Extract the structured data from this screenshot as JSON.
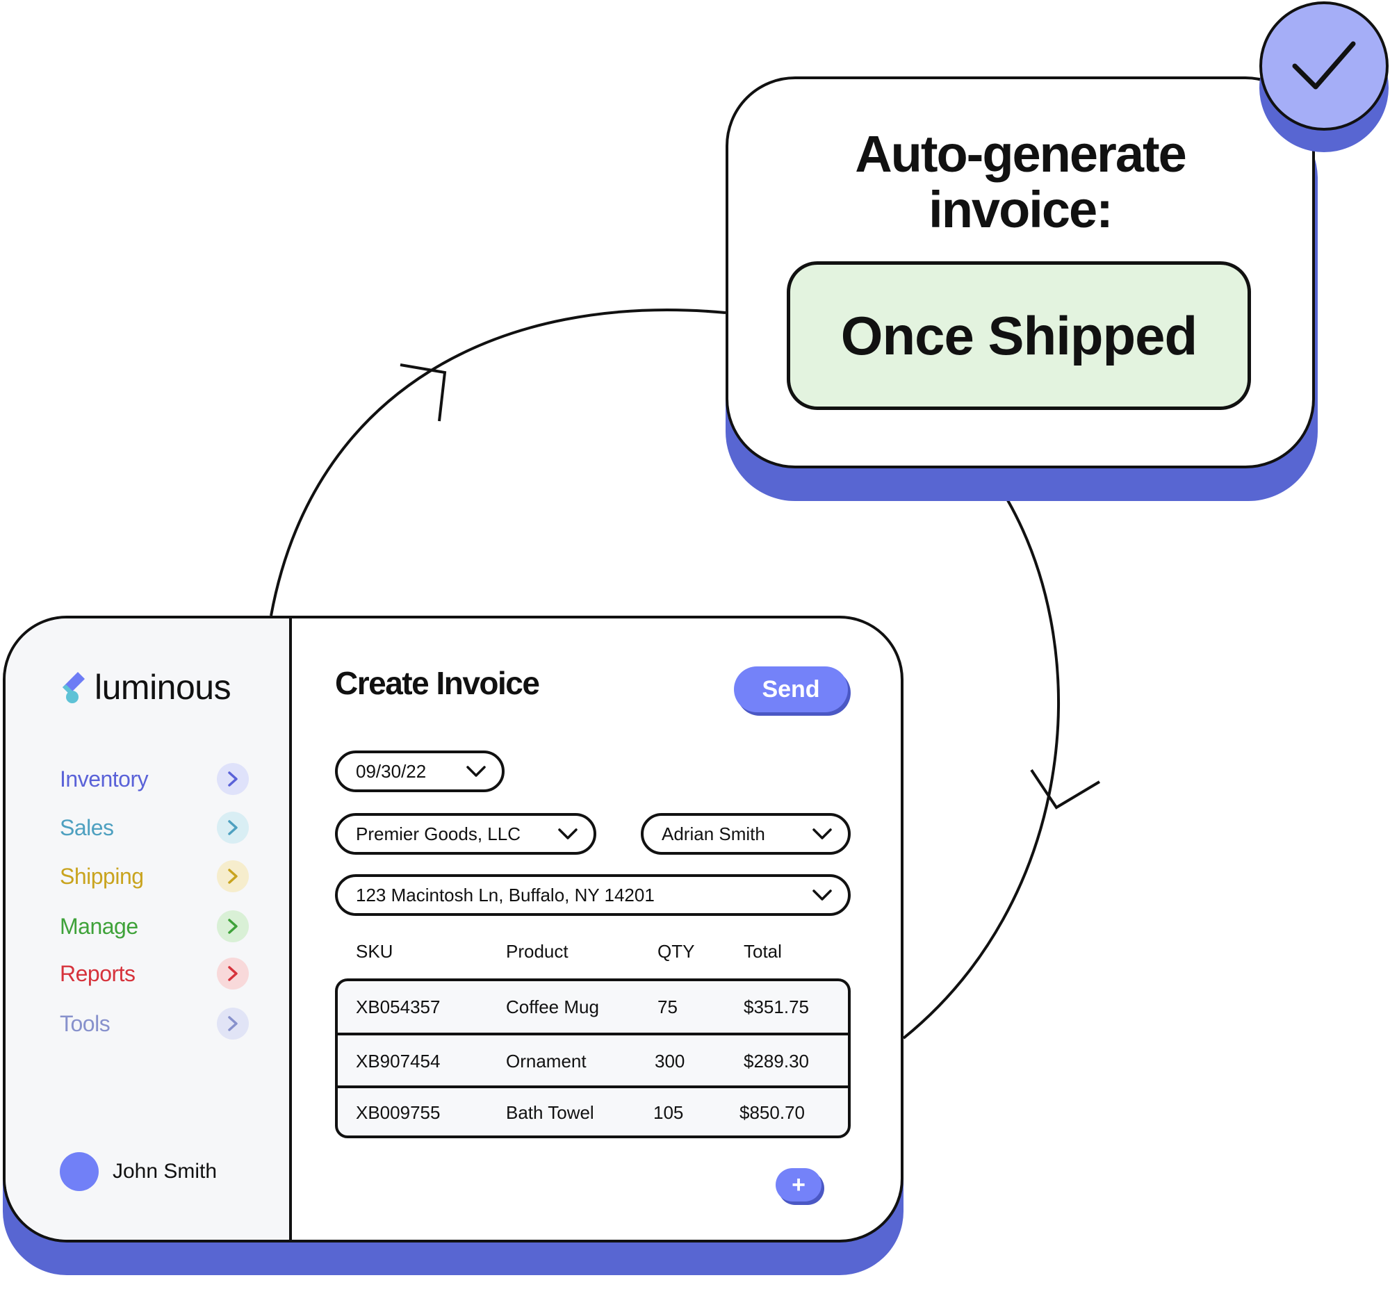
{
  "colors": {
    "accent": "#7482f9",
    "shadow": "#5866d2",
    "badge": "#a5aef7",
    "option_bg": "#e3f3df",
    "sidebar_bg": "#f6f7f9",
    "logo_blue": "#6d7cf5",
    "logo_teal": "#5ec2d6"
  },
  "auto_card": {
    "title": "Auto-generate\ninvoice:",
    "option": "Once Shipped",
    "badge_icon": "check-icon"
  },
  "app": {
    "logo": {
      "text": "luminous",
      "icon": "luminous-logo-icon"
    },
    "nav": [
      {
        "label": "Inventory",
        "color": "#5a62d8",
        "chevron_bg": "#dfe2fa",
        "icon": "chevron-right-icon"
      },
      {
        "label": "Sales",
        "color": "#4ea0c0",
        "chevron_bg": "#d9eef4",
        "icon": "chevron-right-icon"
      },
      {
        "label": "Shipping",
        "color": "#c9a41f",
        "chevron_bg": "#f6edcd",
        "icon": "chevron-right-icon"
      },
      {
        "label": "Manage",
        "color": "#3fa23a",
        "chevron_bg": "#d9f0d6",
        "icon": "chevron-right-icon"
      },
      {
        "label": "Reports",
        "color": "#d6333c",
        "chevron_bg": "#f8d9da",
        "icon": "chevron-right-icon"
      },
      {
        "label": "Tools",
        "color": "#8791cc",
        "chevron_bg": "#e1e4f6",
        "icon": "chevron-right-icon"
      }
    ],
    "user": {
      "name": "John Smith"
    },
    "main": {
      "title": "Create Invoice",
      "send_label": "Send",
      "date": "09/30/22",
      "company": "Premier Goods, LLC",
      "contact": "Adrian Smith",
      "address": "123 Macintosh Ln, Buffalo, NY 14201",
      "columns": [
        "SKU",
        "Product",
        "QTY",
        "Total"
      ],
      "rows": [
        [
          "XB054357",
          "Coffee Mug",
          "75",
          "$351.75"
        ],
        [
          "XB907454",
          "Ornament",
          "300",
          "$289.30"
        ],
        [
          "XB009755",
          "Bath Towel",
          "105",
          "$850.70"
        ]
      ],
      "add_label": "+"
    }
  }
}
